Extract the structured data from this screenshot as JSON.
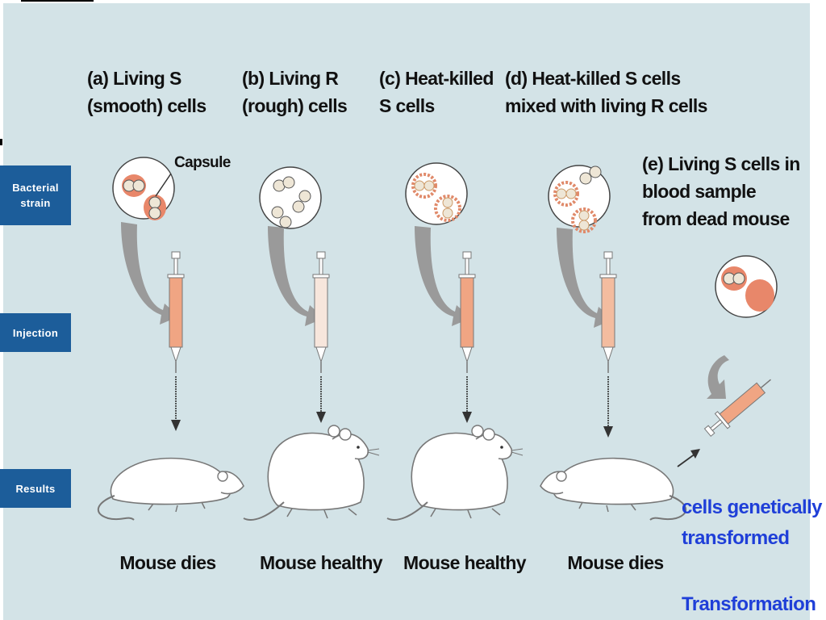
{
  "row_labels": {
    "bacterial_strain": "Bacterial\nstrain",
    "injection": "Injection",
    "results": "Results"
  },
  "panels": {
    "a": {
      "title": "(a) Living S\n      (smooth) cells",
      "result": "Mouse dies"
    },
    "b": {
      "title": "(b) Living R\n      (rough) cells",
      "result": "Mouse healthy"
    },
    "c": {
      "title": "(c) Heat-killed\n      S cells",
      "result": "Mouse healthy"
    },
    "d": {
      "title": "(d) Heat-killed S cells\n      mixed with living R cells",
      "result": "Mouse dies"
    },
    "e": {
      "title": "(e) Living S cells in\n      blood sample\n      from dead mouse"
    }
  },
  "capsule_label": "Capsule",
  "annotations": {
    "transformed": "cells genetically\ntransformed",
    "transformation": "Transformation"
  },
  "colors": {
    "background": "#d3e3e7",
    "row_label": "#1c5d9a",
    "capsule": "#e8876a",
    "annotation": "#1f3fd8"
  }
}
